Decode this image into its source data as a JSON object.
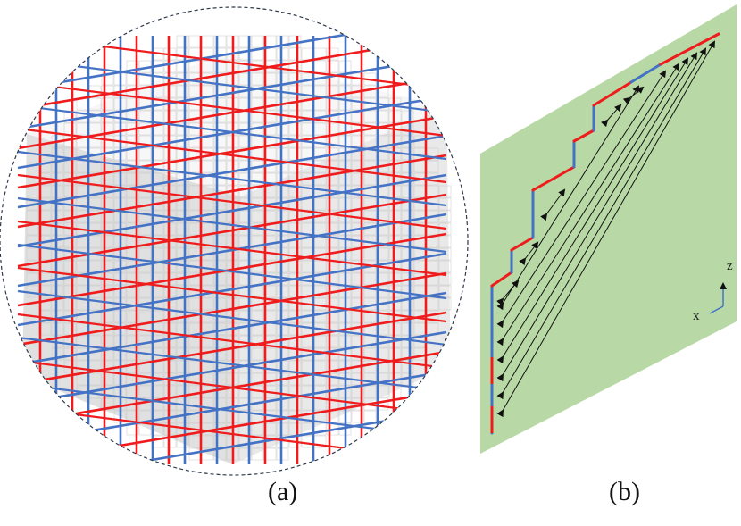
{
  "panel_a": {
    "caption": "(a)",
    "colors": {
      "red": "#ee1c1c",
      "blue": "#4472c4",
      "cube_top": "#f7f7f7",
      "cube_left": "#d9d9d9",
      "cube_right": "#e9e9e9",
      "outline": "#2f3b4c"
    }
  },
  "panel_b": {
    "caption": "(b)",
    "colors": {
      "plane": "#b8d9a5",
      "red": "#ee1c1c",
      "blue": "#4472c4",
      "arrows": "#111111"
    },
    "axis": {
      "z_label": "z",
      "x_label": "x"
    }
  }
}
